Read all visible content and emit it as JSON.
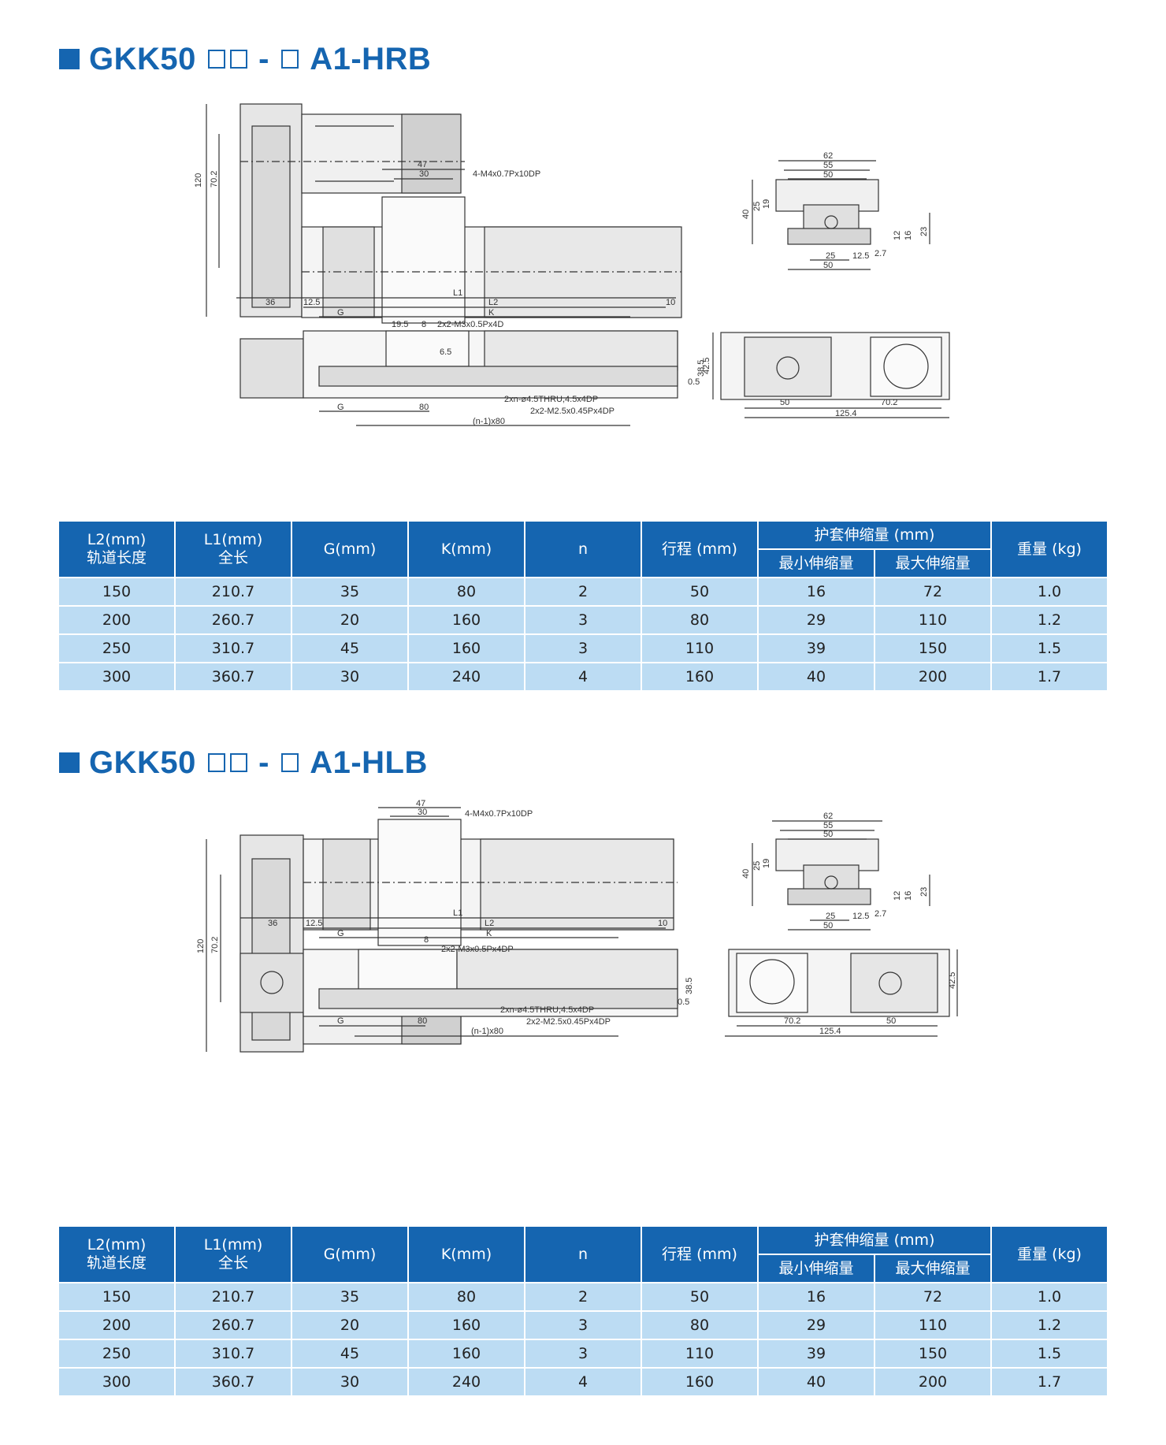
{
  "sections": [
    {
      "title": "GKK50",
      "suffix": "A1-HRB",
      "dims": {
        "top_width": "62",
        "mid_width": "55",
        "inner_width": "50",
        "h40": "40",
        "h25": "25",
        "h19": "19",
        "h12": "12",
        "h16": "16",
        "h23": "23",
        "b25": "25",
        "b12_5": "12.5",
        "b2_7": "2.7",
        "b50": "50",
        "h120": "120",
        "h70_2": "70.2",
        "w47": "47",
        "w30": "30",
        "tap_top": "4-M4x0.7Px10DP",
        "L1": "L1",
        "L2": "L2",
        "d36": "36",
        "d12_5": "12.5",
        "d10": "10",
        "G": "G",
        "K": "K",
        "d19_5": "19.5",
        "d8": "8",
        "tap_side": "2x2-M3x0.5Px4D",
        "d6_5": "6.5",
        "d38_5": "38.5",
        "d0_5": "0.5",
        "hole_note": "2xn-ø4.5THRU,4.5x4DP",
        "tap_bottom": "2x2-M2.5x0.45Px4DP",
        "d80": "80",
        "nx80": "(n-1)x80",
        "d42_5": "42.5",
        "e50": "50",
        "e70_2": "70.2",
        "e125_4": "125.4"
      }
    },
    {
      "title": "GKK50",
      "suffix": "A1-HLB",
      "dims": {
        "top_width": "62",
        "mid_width": "55",
        "inner_width": "50",
        "h40": "40",
        "h25": "25",
        "h19": "19",
        "h12": "12",
        "h16": "16",
        "h23": "23",
        "b25": "25",
        "b12_5": "12.5",
        "b2_7": "2.7",
        "b50": "50",
        "h120": "120",
        "h70_2": "70.2",
        "w47": "47",
        "w30": "30",
        "tap_top": "4-M4x0.7Px10DP",
        "d8": "8",
        "tap_side": "2x2-M3x0.5Px4DP",
        "L1": "L1",
        "L2": "L2",
        "d36": "36",
        "d12_5": "12.5",
        "d10": "10",
        "G": "G",
        "K": "K",
        "d38_5": "38.5",
        "d0_5": "0.5",
        "hole_note": "2xn-ø4.5THRU,4.5x4DP",
        "tap_bottom": "2x2-M2.5x0.45Px4DP",
        "d80": "80",
        "nx80": "(n-1)x80",
        "d42_5": "42.5",
        "e70_2": "70.2",
        "e50": "50",
        "e125_4": "125.4"
      }
    }
  ],
  "table": {
    "headers": {
      "l2": "L2(mm)",
      "l2_sub": "轨道长度",
      "l1": "L1(mm)",
      "l1_sub": "全长",
      "g": "G(mm)",
      "k": "K(mm)",
      "n": "n",
      "stroke": "行程 (mm)",
      "bellows": "护套伸缩量 (mm)",
      "bellows_min": "最小伸缩量",
      "bellows_max": "最大伸缩量",
      "weight": "重量 (kg)"
    },
    "rows": [
      [
        "150",
        "210.7",
        "35",
        "80",
        "2",
        "50",
        "16",
        "72",
        "1.0"
      ],
      [
        "200",
        "260.7",
        "20",
        "160",
        "3",
        "80",
        "29",
        "110",
        "1.2"
      ],
      [
        "250",
        "310.7",
        "45",
        "160",
        "3",
        "110",
        "39",
        "150",
        "1.5"
      ],
      [
        "300",
        "360.7",
        "30",
        "240",
        "4",
        "160",
        "40",
        "200",
        "1.7"
      ]
    ]
  }
}
